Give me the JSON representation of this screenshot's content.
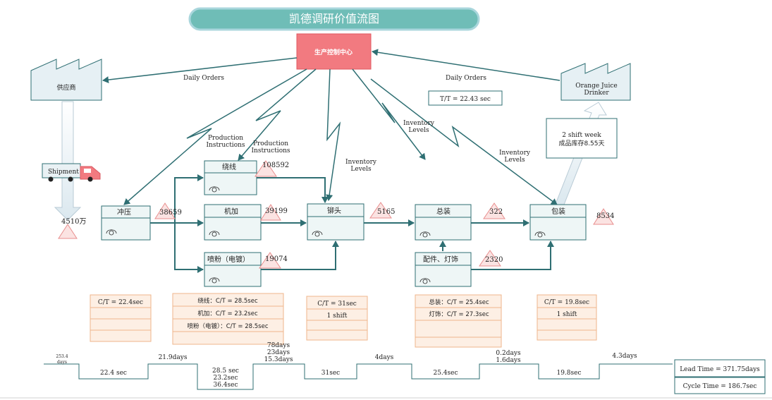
{
  "title": "凯德调研价值流图",
  "control_center": "生产控制中心",
  "supplier": {
    "name": "供应商",
    "inventory": "4510万"
  },
  "customer": {
    "name_line1": "Orange Juice",
    "name_line2": "Drinker"
  },
  "takt": "T/T = 22.43 sec",
  "truck_label": "Shipment",
  "customer_shipment": {
    "line1": "2 shift week",
    "line2": "成品库存8.55天"
  },
  "flow_labels": {
    "daily_orders_left": "Daily Orders",
    "daily_orders_right": "Daily Orders",
    "prod_instr_1_l1": "Production",
    "prod_instr_1_l2": "Instructions",
    "prod_instr_2_l1": "Production",
    "prod_instr_2_l2": "Instructions",
    "inv_1_l1": "Inventory",
    "inv_1_l2": "Levels",
    "inv_2_l1": "Inventory",
    "inv_2_l2": "Levels",
    "inv_3_l1": "Inventory",
    "inv_3_l2": "Levels"
  },
  "processes": {
    "stamping": "冲压",
    "winding": "绕线",
    "machining": "机加",
    "spraying": "喷粉（电镀）",
    "riveting": "铆头",
    "assembly": "总装",
    "parts": "配件、灯饰",
    "packing": "包装"
  },
  "inventories": {
    "after_stamping": "38659",
    "after_winding": "108592",
    "after_machining": "39199",
    "after_spraying": "19074",
    "after_riveting": "5165",
    "after_assembly": "322",
    "after_parts": "2320",
    "after_packing": "8534"
  },
  "data_boxes": {
    "stamping": [
      "C/T = 22.4sec",
      "",
      "",
      ""
    ],
    "middle": [
      "绕线：C/T = 28.5sec",
      "机加：C/T = 23.2sec",
      "喷粉（电镀）：C/T = 28.5sec",
      ""
    ],
    "riveting": [
      "C/T = 31sec",
      "1 shift",
      "",
      ""
    ],
    "assembly": [
      "总装：C/T = 25.4sec",
      "灯饰：C/T = 27.3sec",
      "",
      ""
    ],
    "packing": [
      "C/T = 19.8sec",
      "1 shift",
      "",
      ""
    ]
  },
  "timeline": {
    "wait": [
      "253.4",
      "days",
      "21.9days",
      "78days",
      "23days",
      "15.3days",
      "4days",
      "0.2days",
      "1.6days",
      "4.3days"
    ],
    "process": [
      "22.4 sec",
      "28.5 sec",
      "23.2sec",
      "36.4sec",
      "31sec",
      "25.4sec",
      "19.8sec"
    ]
  },
  "summary": {
    "lead_time": "Lead Time = 371.75days",
    "cycle_time": "Cycle Time = 186.7sec"
  },
  "colors": {
    "teal": "#2f6f73",
    "process_fill": "#eef6f6",
    "title_fill": "#6fbdb7",
    "control_fill": "#f27a80",
    "triangle_fill": "#fbe3e2",
    "triangle_stroke": "#e88e8e",
    "databox_fill": "#fdefe4",
    "databox_stroke": "#efb68b"
  }
}
